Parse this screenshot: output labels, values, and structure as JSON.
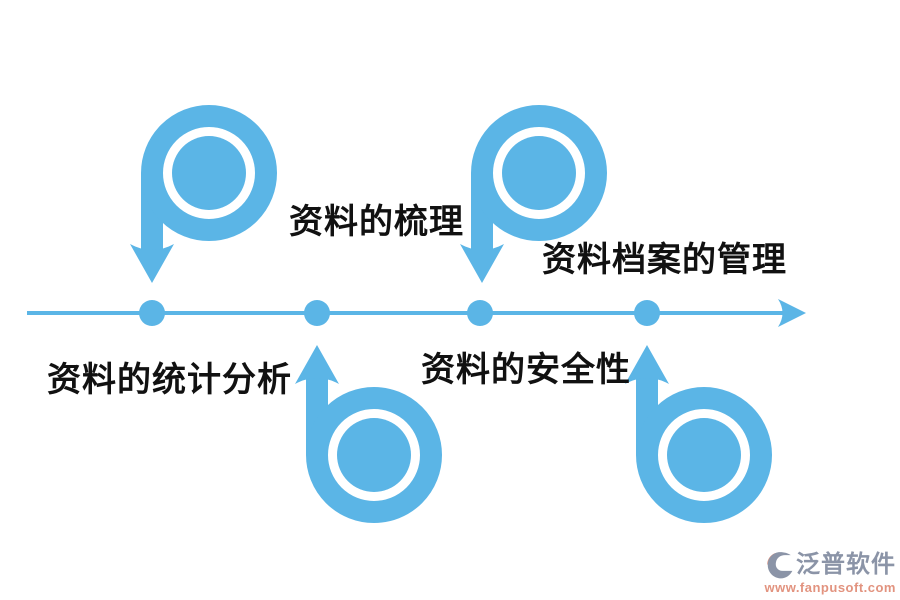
{
  "page": {
    "background": "#ffffff",
    "kind": "timeline-infographic"
  },
  "colors": {
    "accent_blue": "#5bb5e6",
    "label_text": "#111111",
    "watermark_gray": "#8b94a7",
    "watermark_salmon": "#e2937f"
  },
  "diagram": {
    "axis": {
      "direction": "left-to-right",
      "style": "horizontal line with right arrowhead",
      "dot_count": 4
    },
    "items": [
      {
        "label": "资料的梳理",
        "position": "above-axis",
        "icon": "loop-down-arrow-icon",
        "dot_index": 1
      },
      {
        "label": "资料档案的管理",
        "position": "above-axis",
        "icon": "loop-down-arrow-icon",
        "dot_index": 3
      },
      {
        "label": "资料的统计分析",
        "position": "below-axis",
        "icon": "loop-up-arrow-icon",
        "dot_index": 2
      },
      {
        "label": "资料的安全性",
        "position": "below-axis",
        "icon": "loop-up-arrow-icon",
        "dot_index": 4
      }
    ]
  },
  "watermark": {
    "brand": "泛普软件",
    "url": "www.fanpusoft.com"
  }
}
